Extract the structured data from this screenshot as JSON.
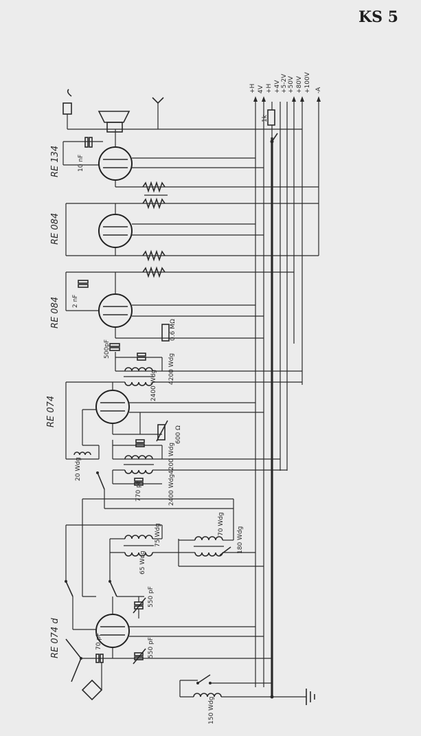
{
  "title": "KS 5",
  "tubes": [
    {
      "id": "t1",
      "label": "RE 134"
    },
    {
      "id": "t2",
      "label": "RE 084"
    },
    {
      "id": "t3",
      "label": "RE 084"
    },
    {
      "id": "t4",
      "label": "RE 074"
    },
    {
      "id": "t5",
      "label": "RE 074 d"
    }
  ],
  "supply_labels": [
    "+H",
    "4V",
    "+H",
    "+4V",
    "+5-2V",
    "+50V",
    "+80V",
    "+100V",
    "-A"
  ],
  "components": {
    "c_10nf": "10 nF",
    "c_2nf": "2 nF",
    "c_500pf": "500pF",
    "r_06mohm": "0.6 MΩ",
    "l_4200_a": "4200 Wdg",
    "l_2400_a": "2400 Wdg",
    "l_20": "20 Wdg",
    "r_600ohm": "600 Ω",
    "l_4200_b": "4200 Wdg",
    "c_770pf": "770 pF",
    "l_2400_b": "2400 Wdg",
    "l_75": "75 Wdg",
    "l_70": "70 Wdg",
    "l_180": "180 Wdg",
    "l_65": "65 Wdg",
    "c_550pf_a": "550 pF",
    "c_70pf": "70 pF",
    "c_550pf_b": "550 pF",
    "l_150": "150 Wdg",
    "r_1k": "1k"
  }
}
